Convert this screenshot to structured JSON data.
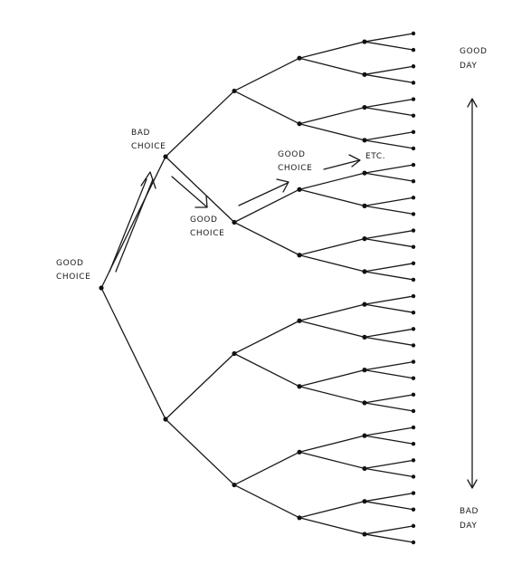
{
  "labels": {
    "good_choice_root": [
      "GOOD",
      "CHOICE"
    ],
    "bad_choice": [
      "BAD",
      "CHOICE"
    ],
    "good_choice_mid": [
      "GOOD",
      "CHOICE"
    ],
    "good_choice_top": [
      "GOOD",
      "CHOICE"
    ],
    "etc": "ETC.",
    "good_day": [
      "GOOD",
      "DAY"
    ],
    "bad_day": [
      "BAD",
      "DAY"
    ]
  },
  "tree": {
    "levels": 5,
    "branching": 2,
    "leaf_count": 32
  },
  "colors": {
    "ink": "#1a1a1a",
    "background": "#ffffff"
  }
}
